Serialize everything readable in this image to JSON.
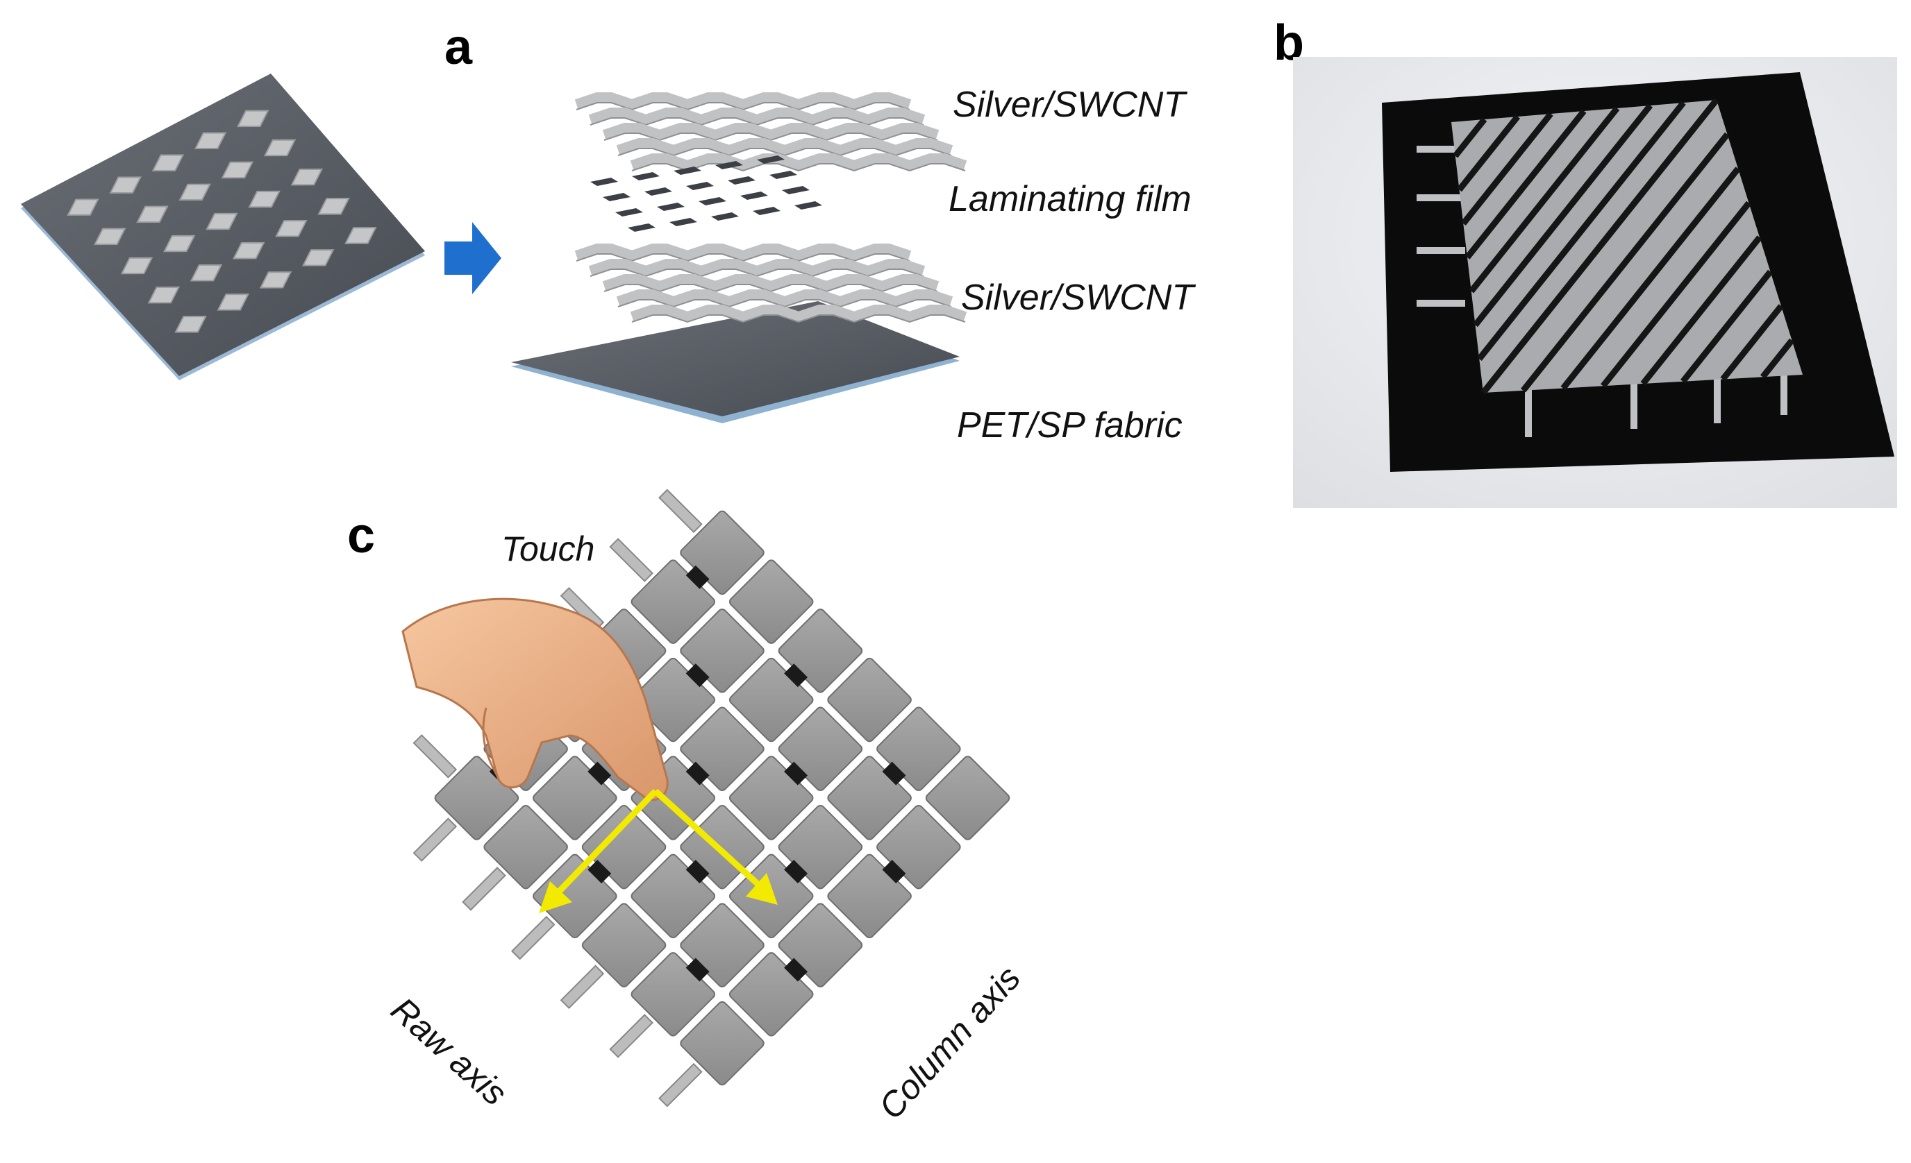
{
  "panels": {
    "a": {
      "letter": "a",
      "layers": [
        "Silver/SWCNT",
        "Laminating film",
        "Silver/SWCNT",
        "PET/SP fabric"
      ]
    },
    "b": {
      "letter": "b"
    },
    "c": {
      "letter": "c",
      "touch_label": "Touch",
      "row_axis_label": "Raw axis",
      "column_axis_label": "Column axis"
    }
  },
  "colors": {
    "fabric": "#585c63",
    "electrode": "#c4c6c8",
    "arrow_blue": "#1f6fcf",
    "arrow_yellow": "#f2ea00",
    "photo_black": "#0b0b0c",
    "skin": "#eeb389"
  }
}
